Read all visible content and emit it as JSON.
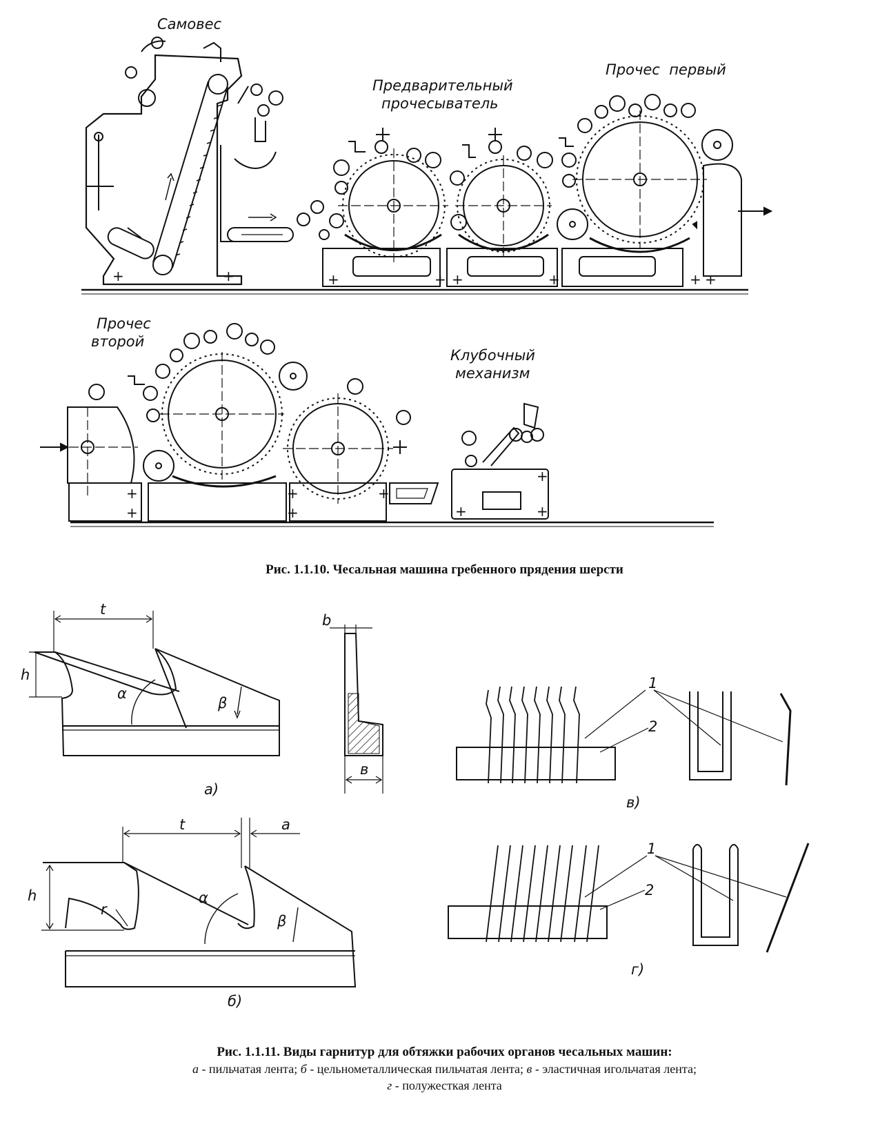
{
  "figure1": {
    "labels": {
      "samoves": "Самовес",
      "prochesPervyi": "Прочес  первый",
      "preliminaryLine1": "Предварительный",
      "preliminaryLine2": "прочесыватель",
      "prochesLine1": "Прочес",
      "prochesLine2": "второй",
      "klubLine1": "Клубочный",
      "klubLine2": "механизм"
    },
    "caption": "Рис. 1.1.10. Чесальная машина гребенного прядения шерсти"
  },
  "figure2": {
    "symbols": {
      "t": "t",
      "h": "h",
      "alpha": "α",
      "beta": "β",
      "b_small": "b",
      "b_cyr": "в",
      "a": "a",
      "r": "r",
      "one": "1",
      "two": "2"
    },
    "panels": {
      "a": "а)",
      "b": "б)",
      "v": "в)",
      "g": "г)"
    },
    "caption": "Рис. 1.1.11. Виды гарнитур для обтяжки рабочих органов чесальных машин:",
    "legend": [
      {
        "key": "а",
        "text": " - пильчатая лента; "
      },
      {
        "key": "б",
        "text": " - цельнометаллическая пильчатая лента; "
      },
      {
        "key": "в",
        "text": " - эластичная игольчатая лента;"
      },
      {
        "key": "г",
        "text": " - полужесткая лента"
      }
    ]
  }
}
